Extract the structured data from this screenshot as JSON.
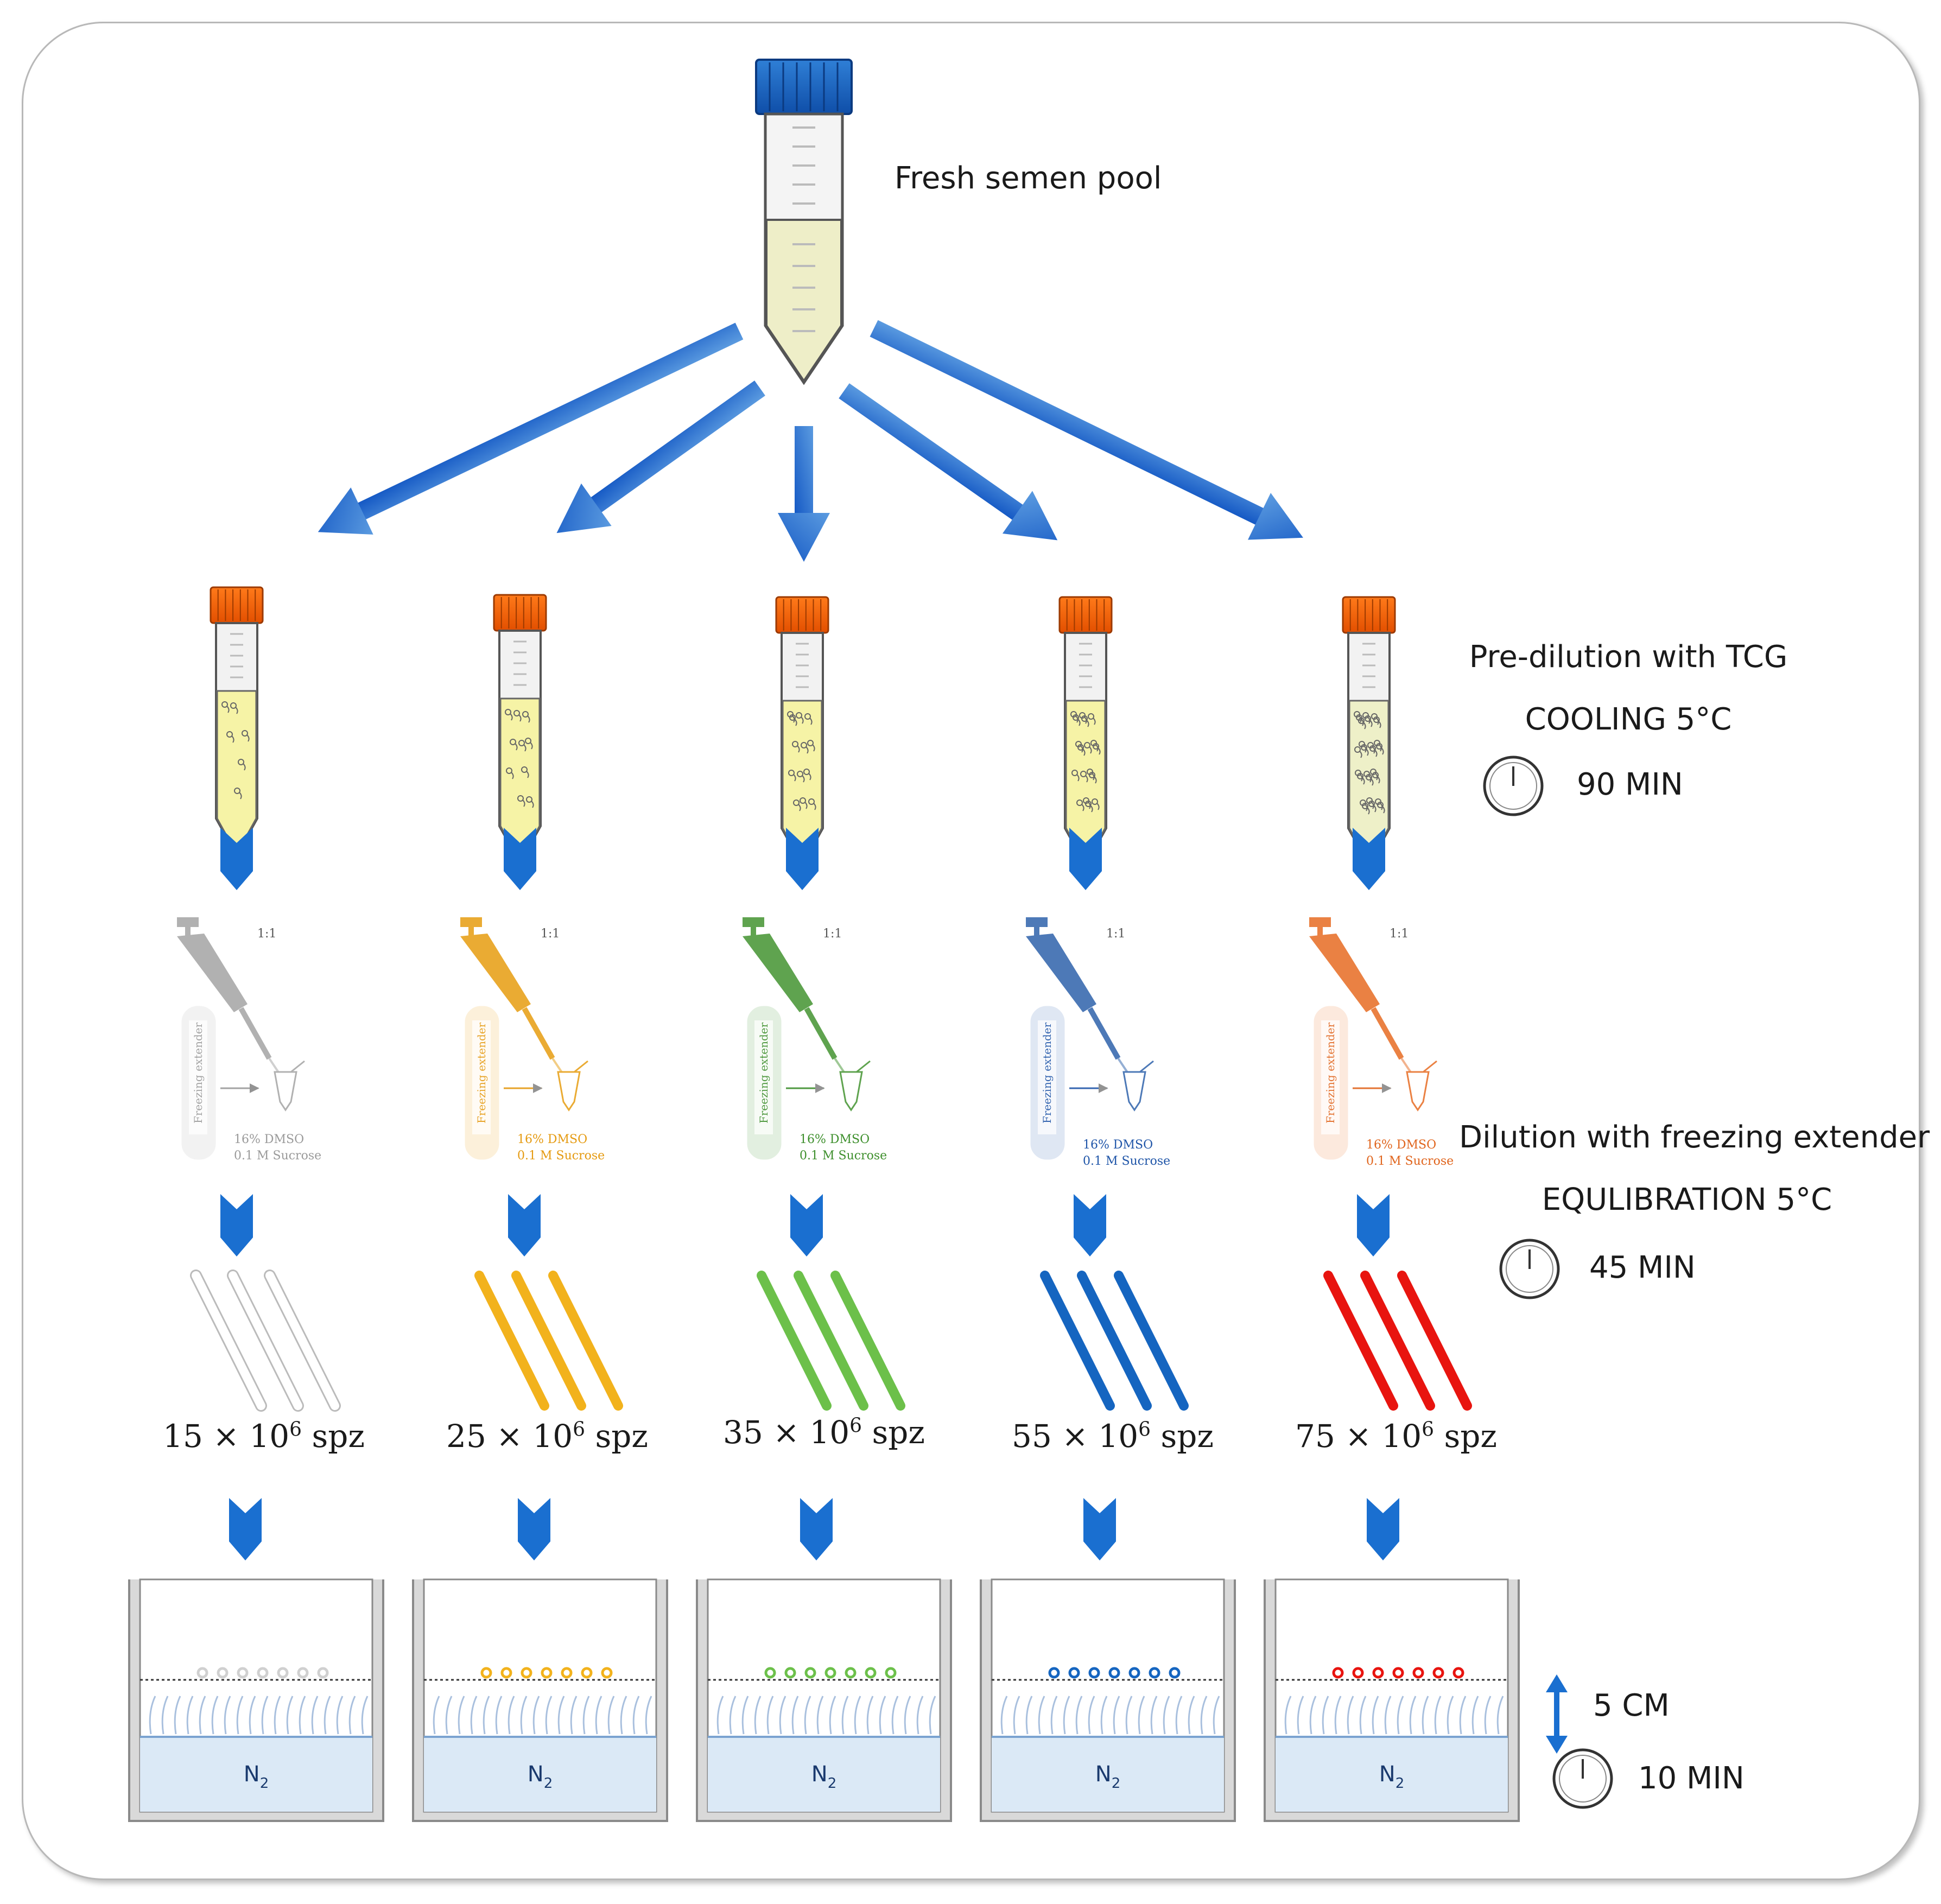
{
  "title": "Fresh semen pool",
  "steps": {
    "predilution": "Pre-dilution with TCG",
    "cooling": "COOLING 5°C",
    "cooling_time": "90 MIN",
    "dilution": "Dilution with freezing extender",
    "equilibration": "EQULIBRATION 5°C",
    "equilibration_time": "45 MIN",
    "height": "5 CM",
    "vapour_time": "10 MIN"
  },
  "ratio_label": "1:1",
  "extender_label": "Freezing extender",
  "dmso_label": "16% DMSO",
  "sucrose_label": "0.1 M Sucrose",
  "nitrogen_label": "N",
  "nitrogen_sub": "2",
  "groups": [
    {
      "conc": "15",
      "color": "#c9c9c9"
    },
    {
      "conc": "25",
      "color": "#f2b21c"
    },
    {
      "conc": "35",
      "color": "#6cc04a"
    },
    {
      "conc": "55",
      "color": "#1565c0"
    },
    {
      "conc": "75",
      "color": "#e8140f"
    }
  ],
  "conc_unit_prefix": " × 10",
  "conc_exp": "6",
  "conc_unit_suffix": " spz"
}
